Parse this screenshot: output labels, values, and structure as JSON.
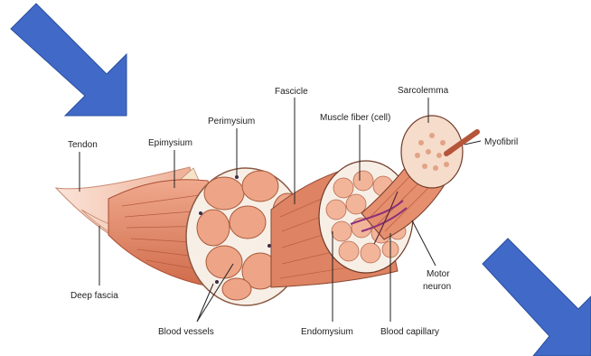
{
  "diagram": {
    "labels": {
      "tendon": "Tendon",
      "epimysium": "Epimysium",
      "perimysium": "Perimysium",
      "fascicle": "Fascicle",
      "muscle_fiber": "Muscle fiber (cell)",
      "sarcolemma": "Sarcolemma",
      "myofibril": "Myofibril",
      "deep_fascia": "Deep fascia",
      "blood_vessels": "Blood vessels",
      "endomysium": "Endomysium",
      "blood_capillary": "Blood capillary",
      "motor_neuron_1": "Motor",
      "motor_neuron_2": "neuron"
    },
    "colors": {
      "arrow": "#4169c8",
      "muscle": "#e8987a",
      "muscle_dark": "#d2704f",
      "fiber": "#f2b59a",
      "sheath": "#f7efe6",
      "tendon": "#f3c8b4",
      "nerve": "#8b2f7a"
    },
    "icons": [
      "arrow-down-right-icon",
      "arrow-down-right-icon"
    ]
  }
}
